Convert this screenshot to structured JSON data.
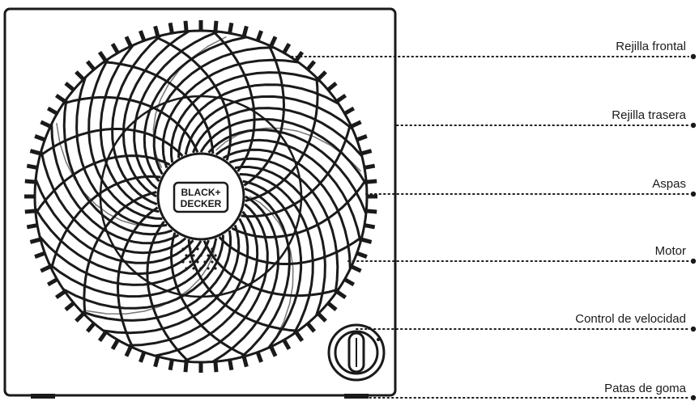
{
  "brand": {
    "line1": "BLACK+",
    "line2": "DECKER"
  },
  "callouts": [
    {
      "label": "Rejilla frontal"
    },
    {
      "label": "Rejilla trasera"
    },
    {
      "label": "Aspas"
    },
    {
      "label": "Motor"
    },
    {
      "label": "Control de velocidad"
    },
    {
      "label": "Patas de goma"
    }
  ],
  "colors": {
    "line": "#1a1a1a",
    "background": "#ffffff"
  }
}
